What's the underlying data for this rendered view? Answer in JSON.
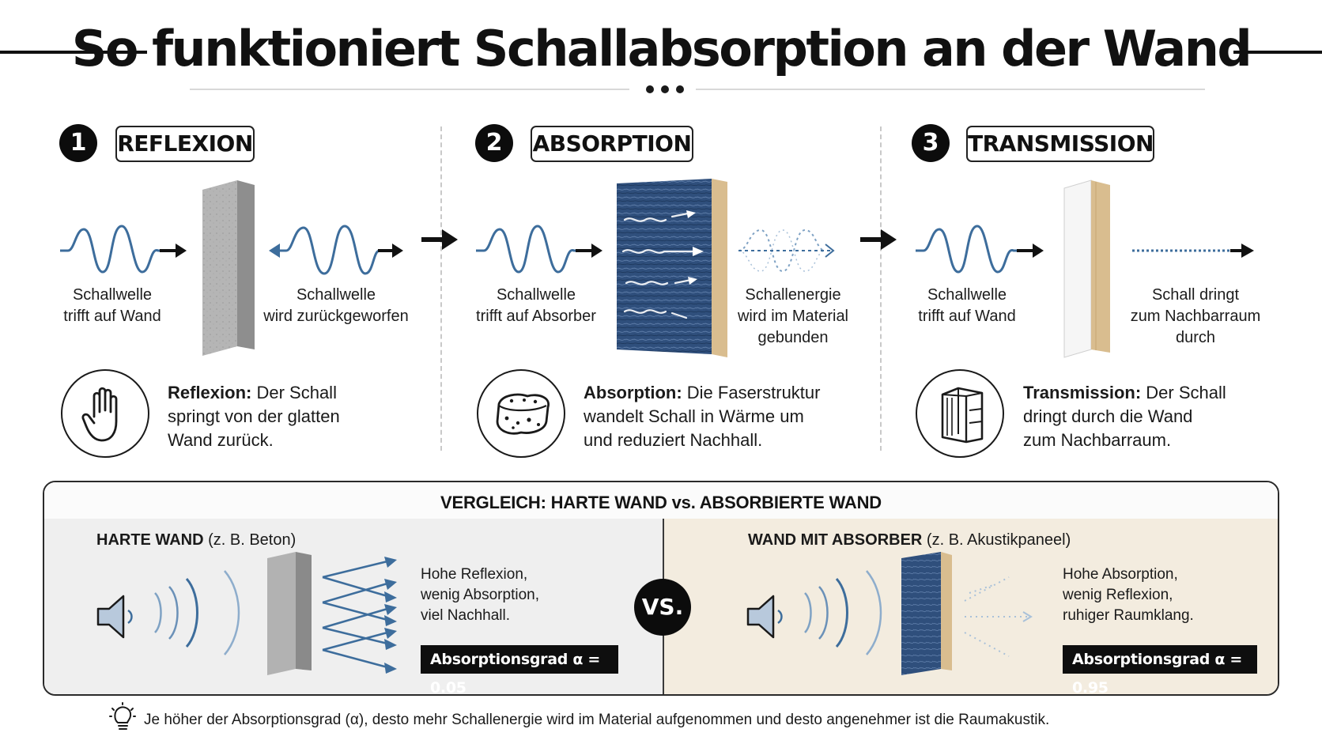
{
  "header": {
    "title": "So funktioniert Schallabsorption an der Wand"
  },
  "sections": [
    {
      "number": "1",
      "label": "REFLEXION",
      "caption_left": [
        "Schallwelle",
        "trifft auf Wand"
      ],
      "caption_right": [
        "Schallwelle",
        "wird zurückgeworfen"
      ],
      "icon": "hand-icon",
      "desc_bold": "Reflexion:",
      "desc_lines": [
        " Der Schall",
        "springt von der glatten",
        "Wand zurück."
      ]
    },
    {
      "number": "2",
      "label": "ABSORPTION",
      "caption_left": [
        "Schallwelle",
        "trifft auf Absorber"
      ],
      "caption_right": [
        "Schallenergie",
        "wird im Material",
        "gebunden"
      ],
      "icon": "sponge-icon",
      "desc_bold": "Absorption:",
      "desc_lines": [
        " Die Faserstruktur",
        "wandelt Schall in Wärme um",
        "und reduziert Nachhall."
      ]
    },
    {
      "number": "3",
      "label": "TRANSMISSION",
      "caption_left": [
        "Schallwelle",
        "trifft auf Wand"
      ],
      "caption_right": [
        "Schall dringt",
        "zum Nachbarraum",
        "durch"
      ],
      "icon": "wall-structure-icon",
      "desc_bold": "Transmission:",
      "desc_lines": [
        " Der Schall",
        "dringt durch die Wand",
        "zum Nachbarraum."
      ]
    }
  ],
  "comparison": {
    "title": "VERGLEICH: HARTE WAND vs. ABSORBIERTE WAND",
    "vs_label": "VS.",
    "left": {
      "label_bold": "HARTE WAND",
      "label_rest": " (z. B. Beton)",
      "lines": [
        "Hohe Reflexion,",
        "wenig Absorption,",
        "viel Nachhall."
      ],
      "badge": "Absorptionsgrad  α = 0.05",
      "alpha": 0.05
    },
    "right": {
      "label_bold": "WAND MIT ABSORBER",
      "label_rest": " (z. B. Akustikpaneel)",
      "lines": [
        "Hohe Absorption,",
        "wenig Reflexion,",
        "ruhiger Raumklang."
      ],
      "badge": "Absorptionsgrad  α = 0.95",
      "alpha": 0.95
    }
  },
  "footer": {
    "icon": "lightbulb-icon",
    "text": "Je höher der Absorptionsgrad (α), desto mehr Schallenergie wird im Material aufgenommen und desto angenehmer ist die Raumakustik."
  },
  "colors": {
    "wave": "#3d6d9c",
    "concrete": "#a9a9a9",
    "absorber": "#2f4f7c",
    "wood": "#d9bd8f",
    "cream": "#f3ecdf"
  }
}
